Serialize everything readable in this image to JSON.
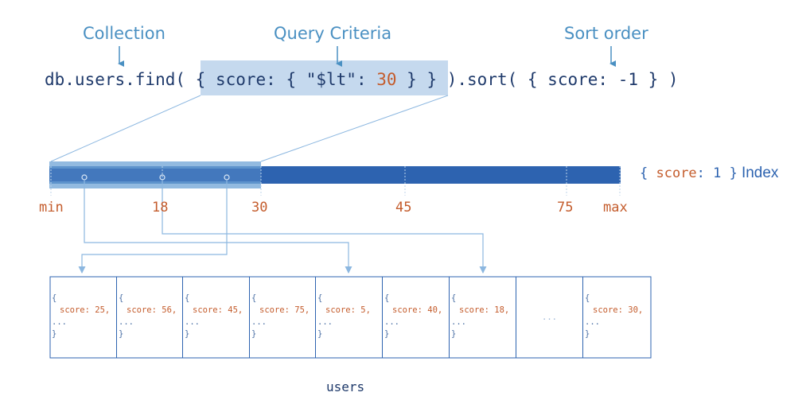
{
  "labels": {
    "collection": "Collection",
    "query_criteria": "Query Criteria",
    "sort_order": "Sort order"
  },
  "query": {
    "prefix": "db.users.find( ",
    "criteria_open": "{ score: { \"$lt\": ",
    "criteria_value": "30",
    "criteria_close": " } }",
    "sort_prefix": " ).sort( { score: ",
    "sort_value": "-1",
    "sort_suffix": " } )"
  },
  "index": {
    "label_open": "{ ",
    "label_key": "score",
    "label_colon": ": 1 }",
    "label_word": "Index",
    "ticks": [
      "min",
      "18",
      "30",
      "45",
      "75",
      "max"
    ]
  },
  "documents": [
    {
      "open": "{",
      "field": "score: 25,",
      "more": "...",
      "close": "}"
    },
    {
      "open": "{",
      "field": "score: 56,",
      "more": "...",
      "close": "}"
    },
    {
      "open": "{",
      "field": "score: 45,",
      "more": "...",
      "close": "}"
    },
    {
      "open": "{",
      "field": "score: 75,",
      "more": "...",
      "close": "}"
    },
    {
      "open": "{",
      "field": "score: 5,",
      "more": "...",
      "close": "}"
    },
    {
      "open": "{",
      "field": "score: 40,",
      "more": "...",
      "close": "}"
    },
    {
      "open": "{",
      "field": "score: 18,",
      "more": "...",
      "close": "}"
    },
    {
      "ellipsis": "..."
    },
    {
      "open": "{",
      "field": "score: 30,",
      "more": "...",
      "close": "}"
    }
  ],
  "collection_name": "users",
  "colors": {
    "index_bar": "#2d63b0",
    "index_highlight": "#6ea3d6",
    "query_highlight": "#c5d9ee",
    "arrow": "#8cb7e0",
    "label": "#4a90c2",
    "value": "#c45c2c"
  }
}
